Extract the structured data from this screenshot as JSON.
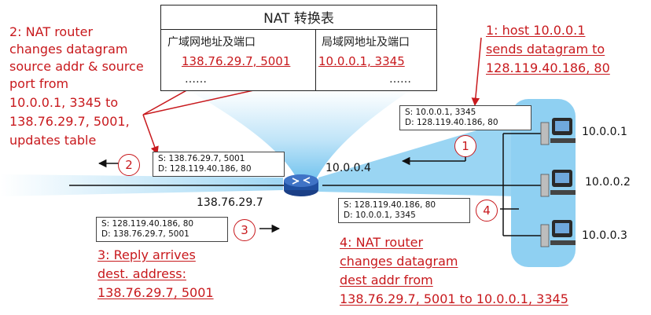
{
  "nat_table": {
    "title": "NAT 转换表",
    "col_wan": "广域网地址及端口",
    "col_lan": "局域网地址及端口",
    "row_wan": "138.76.29.7, 5001",
    "row_lan": "10.0.0.1, 3345",
    "more_wan": "……",
    "more_lan": "……"
  },
  "steps": [
    {
      "num": "1",
      "lines": [
        "1: host 10.0.0.1",
        "sends datagram to",
        "128.119.40.186, 80"
      ]
    },
    {
      "num": "2",
      "lines": [
        "2: NAT router",
        "changes datagram",
        "source addr & source",
        "port from",
        "10.0.0.1, 3345 to",
        "138.76.29.7, 5001,",
        "updates table"
      ]
    },
    {
      "num": "3",
      "lines": [
        "3: Reply arrives",
        "dest. address:",
        "138.76.29.7, 5001"
      ]
    },
    {
      "num": "4",
      "lines": [
        "4: NAT router",
        "changes datagram",
        "dest addr from",
        "138.76.29.7, 5001 to 10.0.0.1, 3345"
      ]
    }
  ],
  "datagrams": {
    "d1": {
      "s": "S: 10.0.0.1, 3345",
      "d": "D: 128.119.40.186, 80"
    },
    "d2": {
      "s": "S: 138.76.29.7, 5001",
      "d": "D: 128.119.40.186, 80"
    },
    "d3": {
      "s": "S: 128.119.40.186, 80",
      "d": "D: 138.76.29.7, 5001"
    },
    "d4": {
      "s": "S: 128.119.40.186, 80",
      "d": "D: 10.0.0.1, 3345"
    }
  },
  "router": {
    "lan_ip": "10.0.0.4",
    "wan_ip": "138.76.29.7"
  },
  "hosts": [
    "10.0.0.1",
    "10.0.0.2",
    "10.0.0.3"
  ],
  "colors": {
    "annotation": "#c8191d",
    "network": "#8fd0f2",
    "router": "#1f4fa0"
  }
}
